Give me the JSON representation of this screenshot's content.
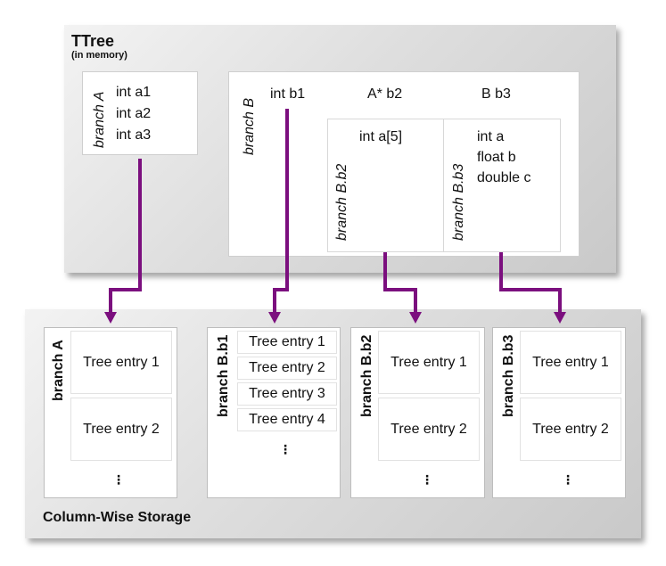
{
  "ttree": {
    "title": "TTree",
    "subtitle": "(in memory)",
    "branch_a": {
      "label": "branch A",
      "members": [
        "int a1",
        "int a2",
        "int a3"
      ]
    },
    "branch_b": {
      "label": "branch B",
      "headers": [
        "int b1",
        "A* b2",
        "B b3"
      ],
      "sub_b2": {
        "label": "branch B.b2",
        "members": [
          "int a[5]"
        ]
      },
      "sub_b3": {
        "label": "branch B.b3",
        "members": [
          "int a",
          "float b",
          "double c"
        ]
      }
    }
  },
  "storage": {
    "title": "Column-Wise Storage",
    "columns": [
      {
        "label": "branch A",
        "entries": [
          "Tree entry 1",
          "Tree entry 2"
        ],
        "ellipsis": "⋮"
      },
      {
        "label": "branch B.b1",
        "entries": [
          "Tree entry 1",
          "Tree entry 2",
          "Tree entry 3",
          "Tree entry 4"
        ],
        "ellipsis": "⋮"
      },
      {
        "label": "branch B.b2",
        "entries": [
          "Tree entry 1",
          "Tree entry 2"
        ],
        "ellipsis": "⋮"
      },
      {
        "label": "branch B.b3",
        "entries": [
          "Tree entry 1",
          "Tree entry 2"
        ],
        "ellipsis": "⋮"
      }
    ]
  },
  "colors": {
    "arrow": "#7b0f7e",
    "panel": "#d4d4d4"
  }
}
